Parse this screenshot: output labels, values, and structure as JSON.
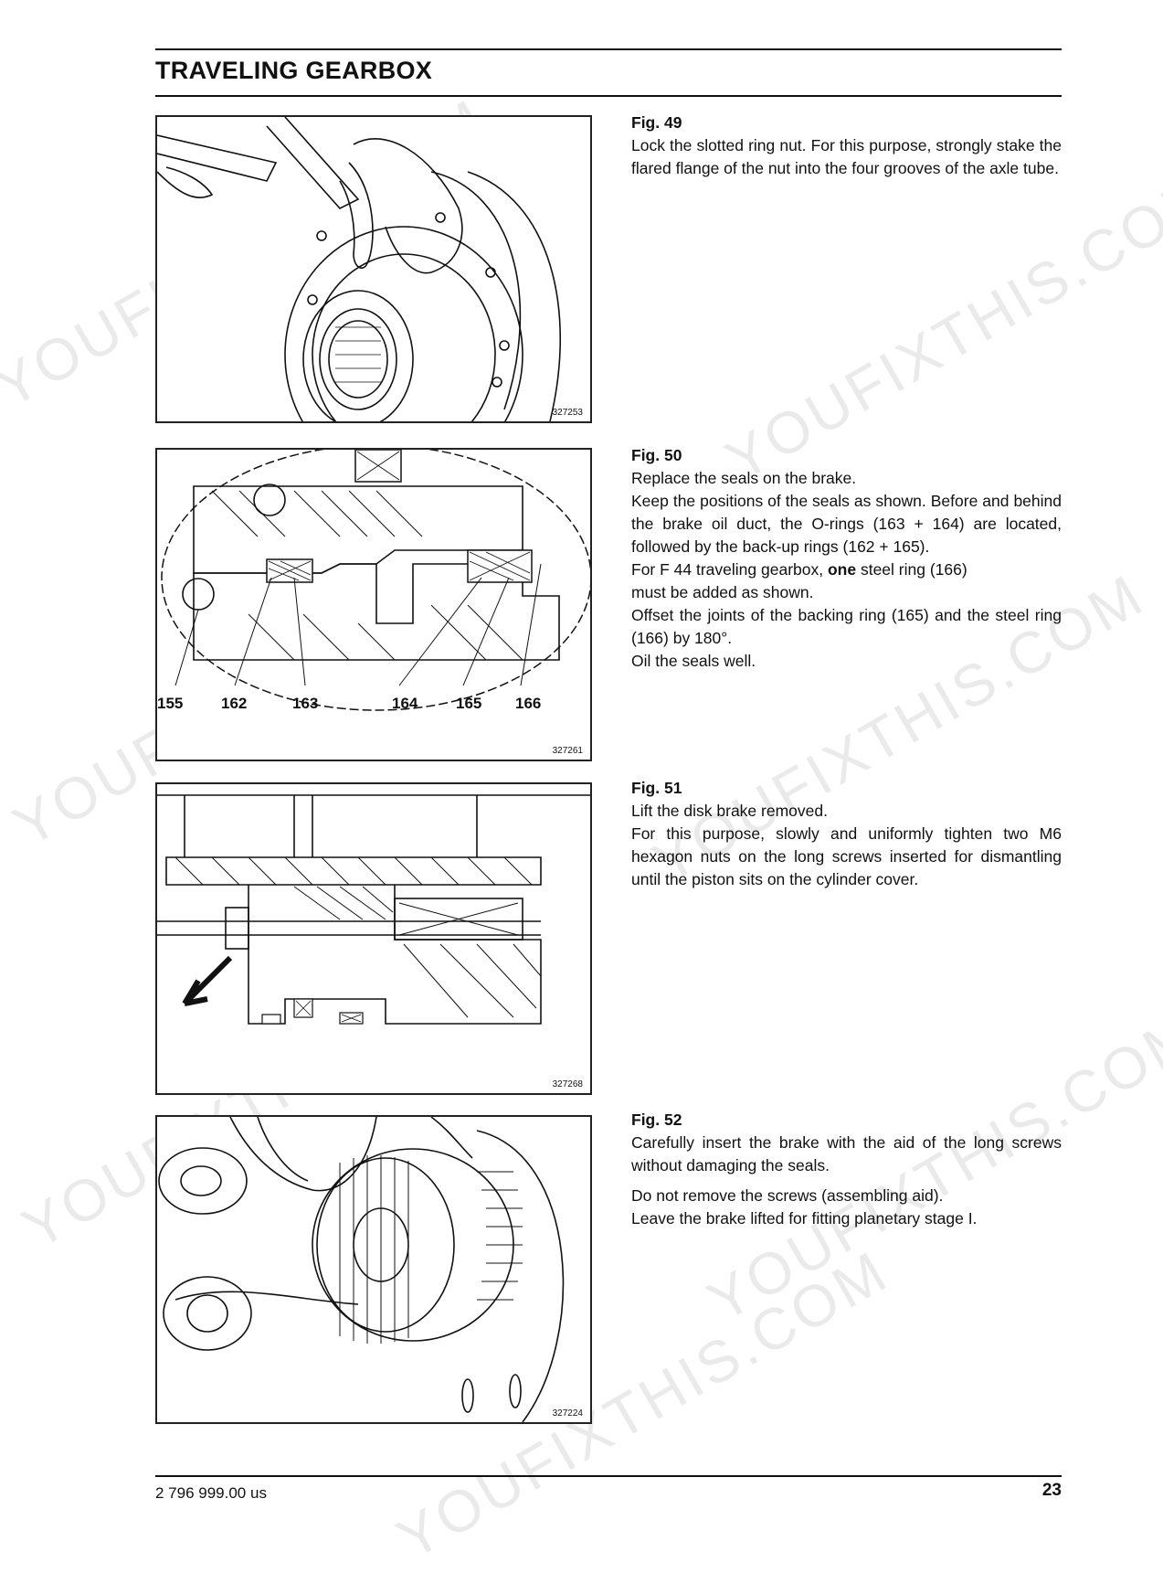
{
  "header": {
    "title": "TRAVELING GEARBOX"
  },
  "figures": [
    {
      "label": "Fig. 49",
      "image_number": "327253",
      "paragraphs": [
        "Lock the slotted ring nut. For this purpose, strongly stake the flared flange of the nut into the four grooves of the axle tube."
      ]
    },
    {
      "label": "Fig. 50",
      "image_number": "327261",
      "callouts": [
        "155",
        "162",
        "163",
        "164",
        "165",
        "166"
      ],
      "paragraphs": [
        "Replace the seals on the brake.",
        "Keep the positions of the seals as shown. Before and behind the brake oil duct, the O-rings (163 + 164) are located, followed by the back-up rings (162 + 165).",
        "must be added as shown.",
        "Offset the joints of the backing ring (165) and the steel ring (166) by 180°.",
        "Oil the seals well."
      ],
      "f44_before": "For F 44 traveling gearbox, ",
      "f44_bold": "one",
      "f44_after": " steel ring (166)"
    },
    {
      "label": "Fig. 51",
      "image_number": "327268",
      "paragraphs": [
        "Lift the disk brake removed.",
        "For this purpose, slowly and uniformly tighten two M6 hexagon nuts on the long screws inserted for dismantling until the piston sits on the cylinder cover."
      ]
    },
    {
      "label": "Fig. 52",
      "image_number": "327224",
      "paragraphs": [
        "Carefully insert the brake with the aid of the long screws without damaging the seals.",
        "Do not remove the screws (assembling aid).",
        "Leave the brake lifted for fitting planetary stage I."
      ]
    }
  ],
  "footer": {
    "doc_number": "2 796 999.00 us",
    "page_number": "23"
  },
  "watermark": {
    "text": "YOUFIXTHIS.COM",
    "color": "#a0a0a0"
  }
}
